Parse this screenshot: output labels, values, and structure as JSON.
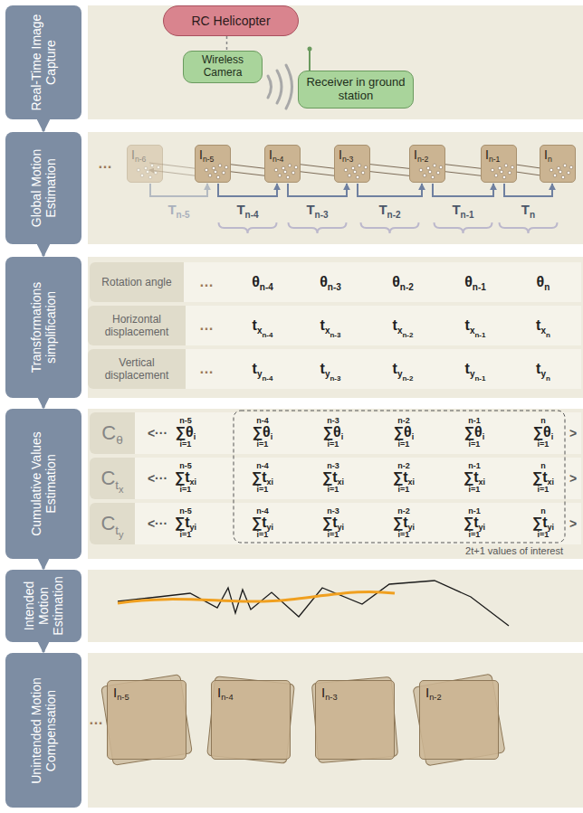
{
  "diagram": {
    "nodes": [
      {
        "text": [
          "Real-Time Image Capture"
        ]
      },
      {
        "text": [
          "RC Helicopter"
        ]
      },
      {
        "text": [
          "Wireless Camera"
        ]
      },
      {
        "text": [
          "Receiver in ground station"
        ]
      },
      {
        "text": [
          "Global Motion Estimation"
        ]
      },
      {
        "text": [
          "I",
          "n-6"
        ]
      },
      {
        "text": [
          "I",
          "n-5"
        ]
      },
      {
        "text": [
          "I",
          "n-4"
        ]
      },
      {
        "text": [
          "I",
          "n-3"
        ]
      },
      {
        "text": [
          "I",
          "n-2"
        ]
      },
      {
        "text": [
          "I",
          "n-1"
        ]
      },
      {
        "text": [
          "I",
          "n"
        ]
      },
      {
        "text": [
          "Transformations simplification"
        ]
      },
      {
        "text": [
          "Rotation angle"
        ]
      },
      {
        "text": [
          "Horizontal displacement"
        ]
      },
      {
        "text": [
          "Vertical displacement"
        ]
      },
      {
        "text": [
          "Cumulative Values Estimation"
        ]
      },
      {
        "text": [
          "C",
          "θ"
        ]
      },
      {
        "text": [
          "C",
          "t",
          "x"
        ]
      },
      {
        "text": [
          "C",
          "t",
          "y"
        ]
      },
      {
        "text": [
          "Intended Motion Estimation"
        ]
      },
      {
        "text": [
          "Unintended Motion Compensation"
        ]
      },
      {
        "text": [
          "I",
          "n-5"
        ]
      },
      {
        "text": [
          "I",
          "n-4"
        ]
      },
      {
        "text": [
          "I",
          "n-3"
        ]
      },
      {
        "text": [
          "I",
          "n-2"
        ]
      }
    ],
    "edges": [
      {
        "from": 0,
        "to": 4,
        "arrow": "to"
      },
      {
        "from": 4,
        "to": 12,
        "arrow": "to"
      },
      {
        "from": 12,
        "to": 16,
        "arrow": "to"
      },
      {
        "from": 16,
        "to": 20,
        "arrow": "to"
      },
      {
        "from": 20,
        "to": 21,
        "arrow": "to"
      },
      {
        "from": 1,
        "to": 2,
        "arrow": "none"
      },
      {
        "from": 5,
        "to": 6,
        "arrow": "to"
      },
      {
        "from": 6,
        "to": 7,
        "arrow": "to"
      },
      {
        "from": 7,
        "to": 8,
        "arrow": "to"
      },
      {
        "from": 8,
        "to": 9,
        "arrow": "to"
      },
      {
        "from": 9,
        "to": 10,
        "arrow": "to"
      },
      {
        "from": 10,
        "to": 11,
        "arrow": "to"
      }
    ],
    "labels": [
      "…",
      "T",
      "n-5",
      "T",
      "n-4",
      "T",
      "n-3",
      "T",
      "n-2",
      "T",
      "n-1",
      "T",
      "n",
      "…",
      "θ",
      "n-4",
      "θ",
      "n-3",
      "θ",
      "n-2",
      "θ",
      "n-1",
      "θ",
      "n",
      "…",
      "t",
      "x",
      "n-4",
      "t",
      "x",
      "n-3",
      "t",
      "x",
      "n-2",
      "t",
      "x",
      "n-1",
      "t",
      "x",
      "n",
      "…",
      "t",
      "y",
      "n-4",
      "t",
      "y",
      "n-3",
      "t",
      "y",
      "n-2",
      "t",
      "y",
      "n-1",
      "t",
      "y",
      "n",
      "<···",
      "n-5",
      "∑θ",
      "i",
      "i=1",
      "n-4",
      "∑θ",
      "i",
      "i=1",
      "n-3",
      "∑θ",
      "i",
      "i=1",
      "n-2",
      "∑θ",
      "i",
      "i=1",
      "n-1",
      "∑θ",
      "i",
      "i=1",
      "n",
      "∑θ",
      "i",
      "i=1",
      ">",
      "<···",
      "n-5",
      "∑t",
      "xi",
      "i=1",
      "n-4",
      "∑t",
      "xi",
      "i=1",
      "n-3",
      "∑t",
      "xi",
      "i=1",
      "n-2",
      "∑t",
      "xi",
      "i=1",
      "n-1",
      "∑t",
      "xi",
      "i=1",
      "n",
      "∑t",
      "xi",
      "i=1",
      ">",
      "<···",
      "n-5",
      "∑t",
      "yi",
      "i=1",
      "n-4",
      "∑t",
      "yi",
      "i=1",
      "n-3",
      "∑t",
      "yi",
      "i=1",
      "n-2",
      "∑t",
      "yi",
      "i=1",
      "n-1",
      "∑t",
      "yi",
      "i=1",
      "n",
      "∑t",
      "yi",
      "i=1",
      ">",
      "2t+1 values of interest",
      "…"
    ]
  }
}
